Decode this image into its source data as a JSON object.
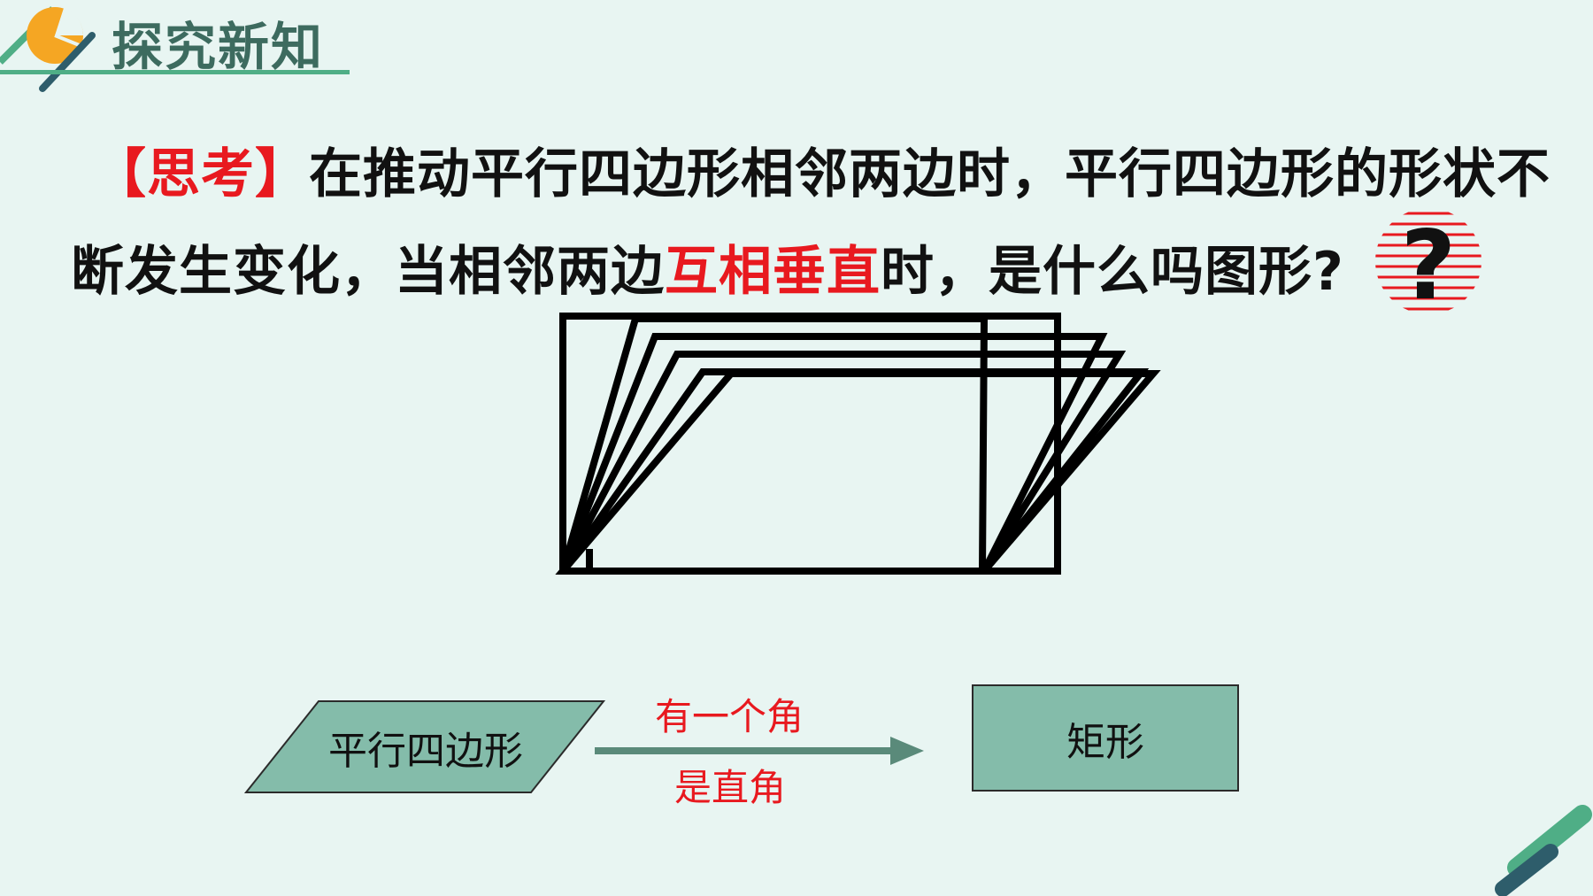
{
  "header": {
    "title": "探究新知"
  },
  "question": {
    "line1_prefix": "【思考】",
    "line1_text": "在推动平行四边形相邻两边时，平行四边形的形状不",
    "line2_start": "断发生变化，当相邻两边",
    "line2_highlight": "互相垂直",
    "line2_end": "时，是什么吗图形?"
  },
  "flow": {
    "source_label": "平行四边形",
    "arrow_top_label": "有一个角",
    "arrow_bottom_label": "是直角",
    "target_label": "矩形"
  },
  "colors": {
    "accent_red": "#e8191f",
    "accent_green": "#84bcaa",
    "header_green": "#4fae86",
    "background": "#e8f5f2"
  },
  "icons": {
    "logo": "pie-chart-icon",
    "question": "question-mark-icon",
    "corner": "stripe-decoration-icon"
  }
}
